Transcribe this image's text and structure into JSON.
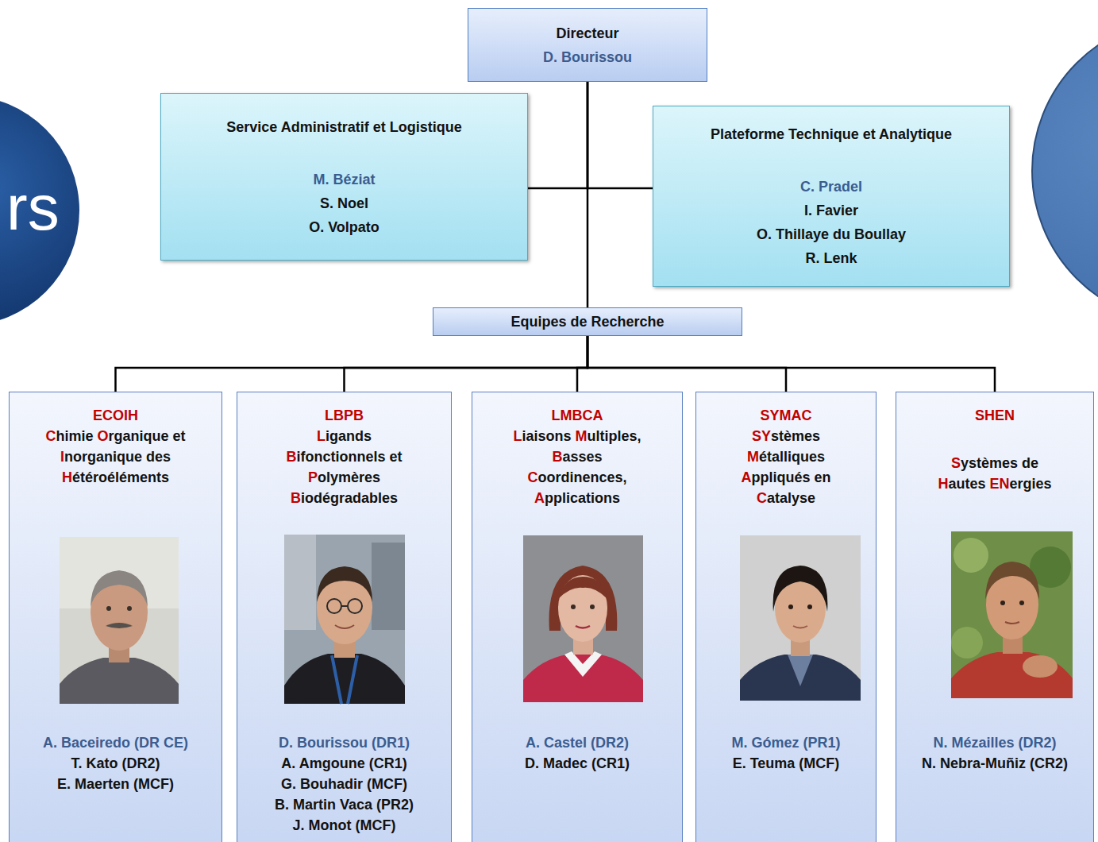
{
  "diagram": {
    "nodes": [
      {
        "text": [
          "Directeur",
          "D. Bourissou"
        ]
      },
      {
        "text": [
          "Service Administratif et Logistique",
          "M. Béziat",
          "S. Noel",
          "O. Volpato"
        ]
      },
      {
        "text": [
          "Plateforme Technique et Analytique",
          "C. Pradel",
          "I. Favier",
          "O. Thillaye du Boullay",
          "R. Lenk"
        ]
      },
      {
        "text": [
          "Equipes de Recherche"
        ]
      },
      {
        "text": [
          "ECOIH",
          "Chimie Organique et Inorganique des Hétéroéléments",
          "A. Baceiredo (DR CE)",
          "T. Kato (DR2)",
          "E. Maerten (MCF)"
        ]
      },
      {
        "text": [
          "LBPB",
          "Ligands Bifonctionnels et Polymères Biodégradables",
          "D. Bourissou (DR1)",
          "A. Amgoune (CR1)",
          "G. Bouhadir (MCF)",
          "B. Martin Vaca (PR2)",
          "J. Monot (MCF)"
        ]
      },
      {
        "text": [
          "LMBCA",
          "Liaisons Multiples, Basses Coordinences, Applications",
          "A. Castel (DR2)",
          "D. Madec (CR1)"
        ]
      },
      {
        "text": [
          "SYMAC",
          "SYstèmes Métalliques Appliqués en Catalyse",
          "M. Gómez (PR1)",
          "E. Teuma (MCF)"
        ]
      },
      {
        "text": [
          "SHEN",
          "Systèmes de Hautes ENergies",
          "N. Mézailles (DR2)",
          "N. Nebra-Muñiz (CR2)"
        ]
      }
    ],
    "edges": [
      {
        "from": 0,
        "to": 1,
        "arrow": "none"
      },
      {
        "from": 0,
        "to": 2,
        "arrow": "none"
      },
      {
        "from": 0,
        "to": 3,
        "arrow": "none"
      },
      {
        "from": 3,
        "to": 4,
        "arrow": "none"
      },
      {
        "from": 3,
        "to": 5,
        "arrow": "none"
      },
      {
        "from": 3,
        "to": 6,
        "arrow": "none"
      },
      {
        "from": 3,
        "to": 7,
        "arrow": "none"
      },
      {
        "from": 3,
        "to": 8,
        "arrow": "none"
      }
    ],
    "labels": [
      "rs"
    ]
  }
}
